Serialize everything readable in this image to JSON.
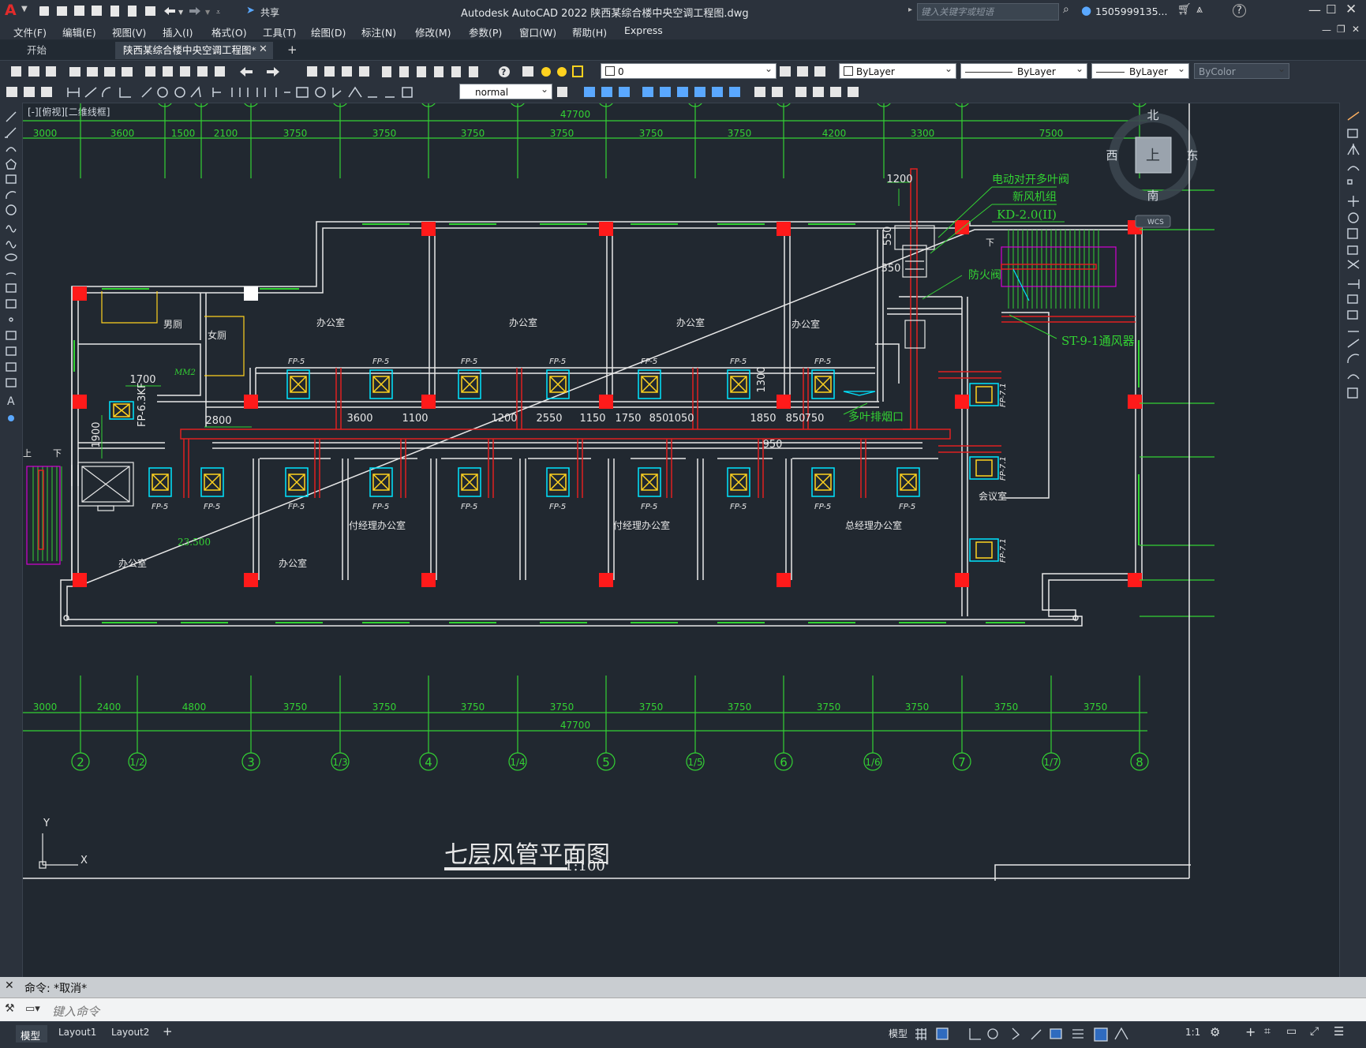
{
  "app": {
    "title": "Autodesk AutoCAD 2022    陕西某综合楼中央空调工程图.dwg",
    "logo": "A",
    "share_label": "共享",
    "search_placeholder": "键入关键字或短语",
    "user": "1505999135...",
    "help": "?"
  },
  "menu": [
    "文件(F)",
    "编辑(E)",
    "视图(V)",
    "插入(I)",
    "格式(O)",
    "工具(T)",
    "绘图(D)",
    "标注(N)",
    "修改(M)",
    "参数(P)",
    "窗口(W)",
    "帮助(H)",
    "Express"
  ],
  "tabs": [
    {
      "label": "开始",
      "active": false
    },
    {
      "label": "陕西某综合楼中央空调工程图*",
      "active": true
    }
  ],
  "properties": {
    "layer": "0",
    "color": "ByLayer",
    "linetype": "ByLayer",
    "lineweight": "ByLayer",
    "plotstyle": "ByColor",
    "textstyle": "normal"
  },
  "viewport_label": "[-][俯视][二维线框]",
  "viewcube": {
    "north": "北",
    "south": "南",
    "east": "东",
    "west": "西",
    "top": "上",
    "wcs": "WCS"
  },
  "drawing": {
    "title": "七层风管平面图",
    "scale": "1:100",
    "total_dim": "47700",
    "top_dims": [
      "3000",
      "3600",
      "1500",
      "2100",
      "3750",
      "3750",
      "3750",
      "3750",
      "3750",
      "3750",
      "4200",
      "3300",
      "7500"
    ],
    "bottom_dims": [
      "3000",
      "2400",
      "4800",
      "3750",
      "3750",
      "3750",
      "3750",
      "3750",
      "3750",
      "3750",
      "3750",
      "3750",
      "3750"
    ],
    "axes": [
      "2",
      "1/2",
      "3",
      "1/3",
      "4",
      "1/4",
      "5",
      "1/5",
      "6",
      "1/6",
      "7",
      "1/7",
      "8"
    ],
    "rooms": [
      "男厕",
      "女厕",
      "办公室",
      "办公室",
      "办公室",
      "办公室",
      "付经理办公室",
      "付经理办公室",
      "总经理办公室",
      "会议室",
      "办公室",
      "办公室"
    ],
    "unit_label": "FP-5",
    "unit_label_b": "FP-7.1",
    "unit_label_c": "FP-6.3KF",
    "labels": {
      "valve1": "电动对开多叶阀",
      "fresh": "新风机组",
      "kd": "KD-2.0(II)",
      "fire": "防火阀",
      "smoke": "多叶排烟口",
      "st": "ST-9-1通风器",
      "elev": "23.500",
      "up": "上",
      "down": "下",
      "mm": "MM2"
    },
    "dims": {
      "d1200a": "1200",
      "d550": "550",
      "d350": "350",
      "d1700": "1700",
      "d1900": "1900",
      "d2800": "2800",
      "d3600": "3600",
      "d1100": "1100",
      "d1200b": "1200",
      "d2550": "2550",
      "d1150": "1150",
      "d1750": "1750",
      "d850a": "850",
      "d1050": "1050",
      "d1850": "1850",
      "d850b": "850",
      "d750": "750",
      "d950": "950",
      "d1300": "1300"
    }
  },
  "command": {
    "history": "命令:  *取消*",
    "placeholder": "键入命令"
  },
  "layout_tabs": [
    "模型",
    "Layout1",
    "Layout2"
  ],
  "status": {
    "model": "模型",
    "scale": "1:1"
  }
}
